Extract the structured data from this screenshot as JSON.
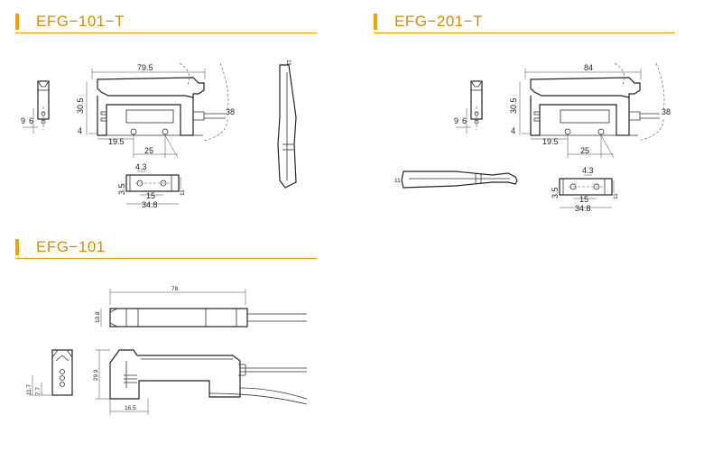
{
  "sections": {
    "efg101t": {
      "title": "EFG−101−T",
      "dims": {
        "length": "79.5",
        "height": "30.5",
        "cable": "38",
        "offset_4": "4",
        "bottom_19_5": "19.5",
        "bottom_25": "25",
        "side_9": "9",
        "side_6": "6",
        "side_11": "11",
        "b_4_3": "4.3",
        "b_3_5": "3.5",
        "b_15": "15",
        "b_34_8": "34.8",
        "b_11": "11"
      }
    },
    "efg201t": {
      "title": "EFG−201−T",
      "dims": {
        "length": "84",
        "height": "30.5",
        "cable": "38",
        "offset_4": "4",
        "bottom_19_5": "19.5",
        "bottom_25": "25",
        "side_9": "9",
        "side_6": "6",
        "side_11": "11",
        "b_4_3": "4.3",
        "b_3_5": "3.5",
        "b_15": "15",
        "b_34_8": "34.8",
        "b_11": "11"
      }
    },
    "efg101": {
      "title": "EFG−101",
      "dims": {
        "length": "78",
        "top_height": "10.8",
        "front_height": "29.9",
        "bottom": "16.5",
        "side_11_7": "11.7",
        "side_7_7": "7.7"
      }
    }
  },
  "colors": {
    "accent": "#f0a200",
    "title_text": "#d98a00",
    "line": "#333333"
  }
}
